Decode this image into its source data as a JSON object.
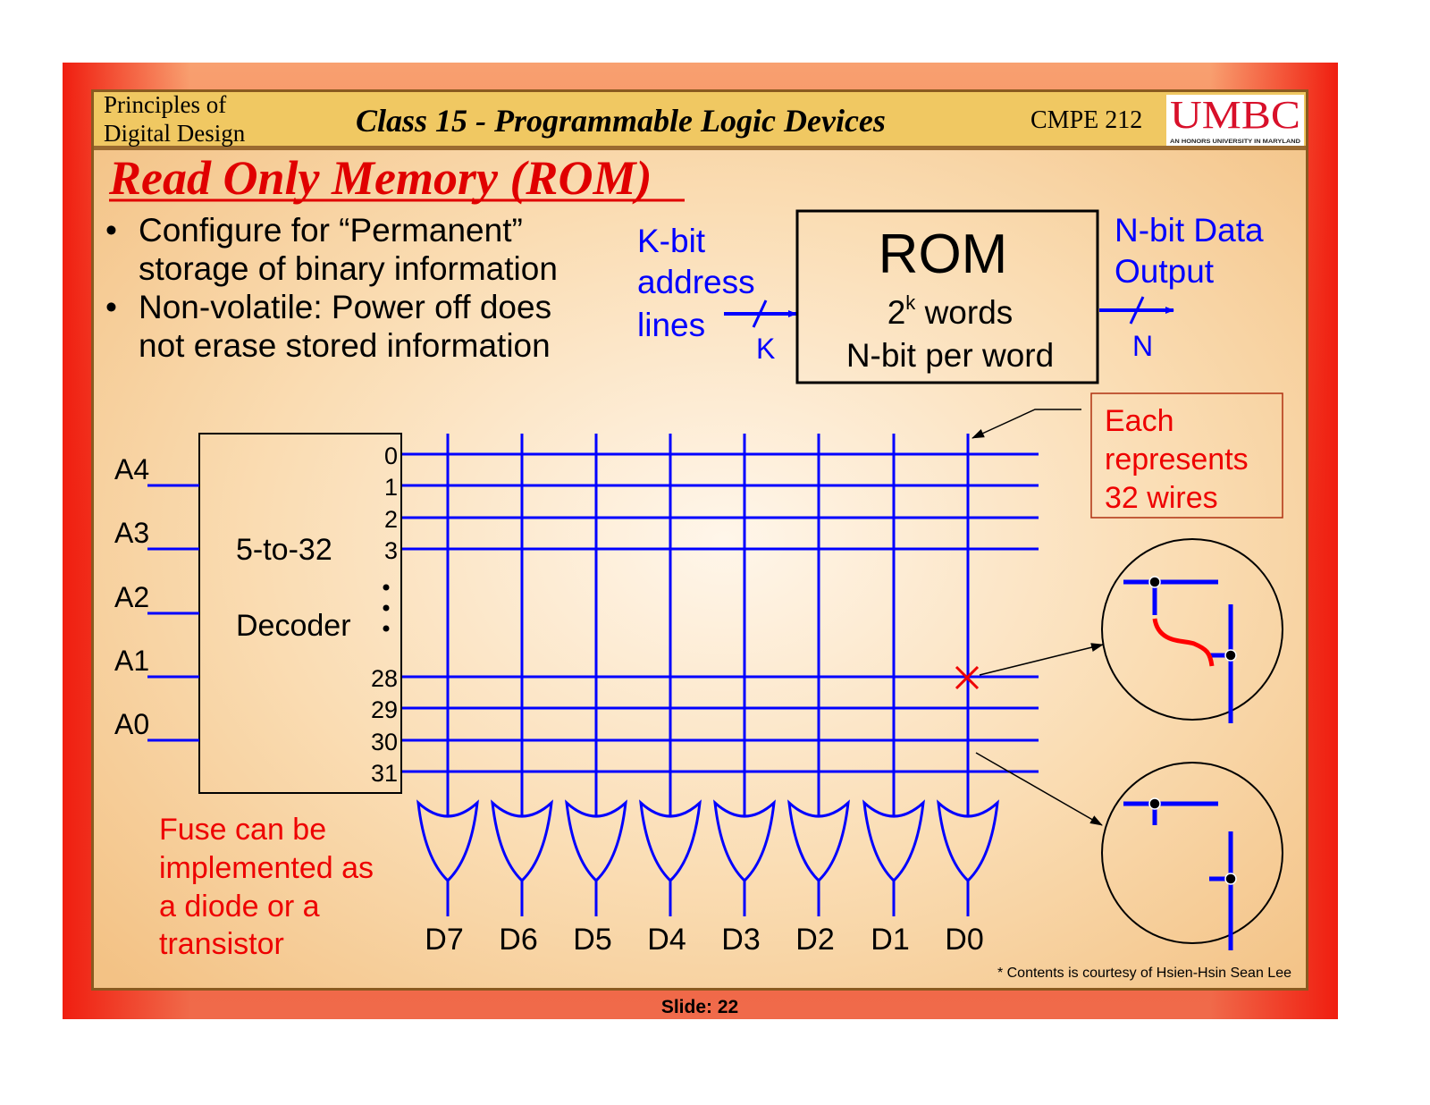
{
  "header": {
    "course_line1": "Principles of",
    "course_line2": "Digital Design",
    "class_title": "Class 15 - Programmable Logic Devices",
    "course_code": "CMPE 212",
    "logo_text": "UMBC",
    "logo_tagline": "AN HONORS UNIVERSITY IN MARYLAND"
  },
  "slide_title": "Read Only Memory (ROM)",
  "bullets": [
    {
      "line1": "Configure for “Permanent”",
      "line2": "storage of binary information"
    },
    {
      "line1": "Non-volatile: Power off does",
      "line2": "not erase stored information"
    }
  ],
  "rom_block": {
    "input_label": [
      "K-bit",
      "address",
      "lines"
    ],
    "input_width": "K",
    "title": "ROM",
    "words_base": "2",
    "words_exp": "k",
    "words_suffix": " words",
    "bits_per_word": "N-bit per word",
    "output_label": [
      "N-bit Data",
      "Output"
    ],
    "output_width": "N"
  },
  "decoder": {
    "label_line1": "5-to-32",
    "label_line2": "Decoder",
    "inputs": [
      "A4",
      "A3",
      "A2",
      "A1",
      "A0"
    ],
    "outputs": [
      "0",
      "1",
      "2",
      "3",
      "28",
      "29",
      "30",
      "31"
    ]
  },
  "data_outputs": [
    "D7",
    "D6",
    "D5",
    "D4",
    "D3",
    "D2",
    "D1",
    "D0"
  ],
  "notes": {
    "each_wire": [
      "Each",
      "represents",
      "32 wires"
    ],
    "fuse": [
      "Fuse can be",
      "implemented as",
      "a diode or a",
      "transistor"
    ],
    "credit": "* Contents is courtesy of  Hsien-Hsin Sean Lee"
  },
  "footer": {
    "slide_number": "Slide: 22"
  },
  "colors": {
    "wire": "#0000ff",
    "accent": "#ee0000",
    "header_band": "#f0c862",
    "frame": "#f0281e"
  }
}
